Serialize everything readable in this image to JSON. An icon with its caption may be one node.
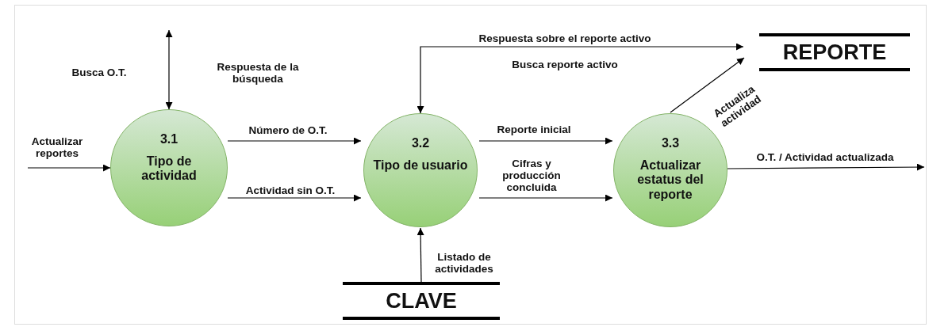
{
  "diagram": {
    "nodes": [
      {
        "text": [
          "3.1",
          "Tipo de actividad"
        ]
      },
      {
        "text": [
          "3.2",
          "Tipo de usuario"
        ]
      },
      {
        "text": [
          "3.3",
          "Actualizar estatus del reporte"
        ]
      },
      {
        "text": [
          "REPORTE"
        ]
      },
      {
        "text": [
          "CLAVE"
        ]
      }
    ],
    "edges": [
      {
        "from": null,
        "to": 0,
        "arrow": "to",
        "label": "Actualizar reportes"
      },
      {
        "from": 0,
        "to": null,
        "arrow": "both",
        "label": "Busca O.T."
      },
      {
        "from": 0,
        "to": 1,
        "arrow": "to",
        "label": "Número de O.T."
      },
      {
        "from": 0,
        "to": 1,
        "arrow": "to",
        "label": "Actividad sin O.T."
      },
      {
        "from": 1,
        "to": 3,
        "arrow": "both",
        "label": "Respuesta sobre el reporte activo"
      },
      {
        "from": 1,
        "to": 2,
        "arrow": "to",
        "label": "Reporte inicial"
      },
      {
        "from": 1,
        "to": 2,
        "arrow": "to",
        "label": "Cifras y producción concluida"
      },
      {
        "from": 4,
        "to": 1,
        "arrow": "to",
        "label": "Listado de actividades"
      },
      {
        "from": 2,
        "to": 3,
        "arrow": "to",
        "label": "Actualiza actividad"
      },
      {
        "from": 2,
        "to": null,
        "arrow": "to",
        "label": "O.T. / Actividad actualizada"
      }
    ],
    "labels": [
      "Respuesta de la búsqueda",
      "Busca reporte activo"
    ]
  }
}
